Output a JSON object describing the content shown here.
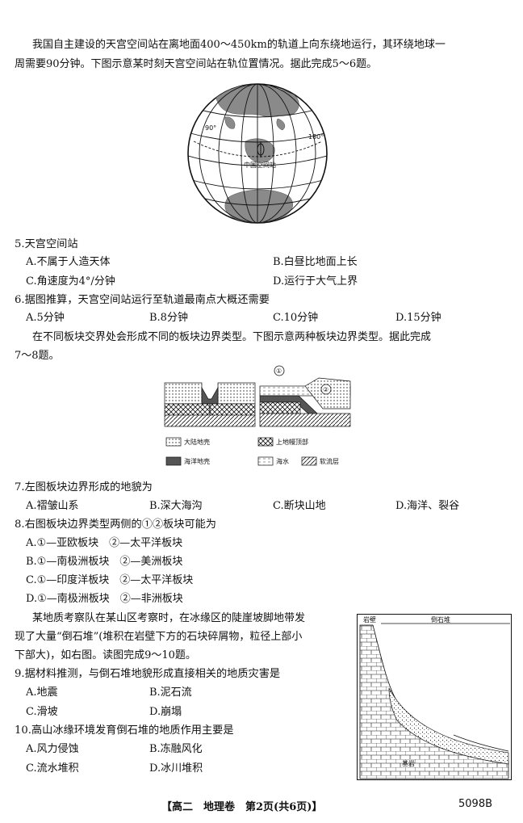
{
  "intro1": {
    "line1": "我国自主建设的天宫空间站在离地面400～450km的轨道上向东绕地运行，其环绕地球一",
    "line2": "周需要90分钟。下图示意某时刻天宫空间站在轨位置情况。据此完成5～6题。"
  },
  "globe": {
    "label_90": "90°",
    "label_180": "180°",
    "label_station": "中国空间站"
  },
  "q5": {
    "stem": "5.天宫空间站",
    "A": "A.不属于人造天体",
    "B": "B.白昼比地面上长",
    "C": "C.角速度为4°/分钟",
    "D": "D.运行于大气上界"
  },
  "q6": {
    "stem": "6.据图推算，天宫空间站运行至轨道最南点大概还需要",
    "A": "A.5分钟",
    "B": "B.8分钟",
    "C": "C.10分钟",
    "D": "D.15分钟"
  },
  "intro2": {
    "line1": "在不同板块交界处会形成不同的板块边界类型。下图示意两种板块边界类型。据此完成",
    "line2": "7～8题。"
  },
  "plates": {
    "marker1": "①",
    "marker2": "②",
    "legend": [
      "大陆地壳",
      "上地幔顶部",
      "海洋地壳",
      "海水",
      "软流层"
    ]
  },
  "q7": {
    "stem": "7.左图板块边界形成的地貌为",
    "A": "A.褶皱山系",
    "B": "B.深大海沟",
    "C": "C.断块山地",
    "D": "D.海洋、裂谷"
  },
  "q8": {
    "stem": "8.右图板块边界类型两侧的①②板块可能为",
    "A": "A.①—亚欧板块　②—太平洋板块",
    "B": "B.①—南极洲板块　②—美洲板块",
    "C": "C.①—印度洋板块　②—太平洋板块",
    "D": "D.①—南极洲板块　②—非洲板块"
  },
  "intro3": {
    "line1": "某地质考察队在某山区考察时，在冰缘区的陡崖坡脚地带发",
    "line2": "现了大量“倒石堆”(堆积在岩壁下方的石块碎屑物，粒径上部小",
    "line3": "下部大)，如右图。读图完成9～10题。"
  },
  "scree": {
    "label_rock": "岩壁",
    "label_pile": "倒石堆",
    "label_bottom": "基岩"
  },
  "q9": {
    "stem": "9.据材料推测，与倒石堆地貌形成直接相关的地质灾害是",
    "A": "A.地震",
    "B": "B.泥石流",
    "C": "C.滑坡",
    "D": "D.崩塌"
  },
  "q10": {
    "stem": "10.高山冰缘环境发育倒石堆的地质作用主要是",
    "A": "A.风力侵蚀",
    "B": "B.冻融风化",
    "C": "C.流水堆积",
    "D": "D.冰川堆积"
  },
  "footer": {
    "text": "【高二　地理卷　第2页(共6页)】",
    "code": "5098B"
  }
}
